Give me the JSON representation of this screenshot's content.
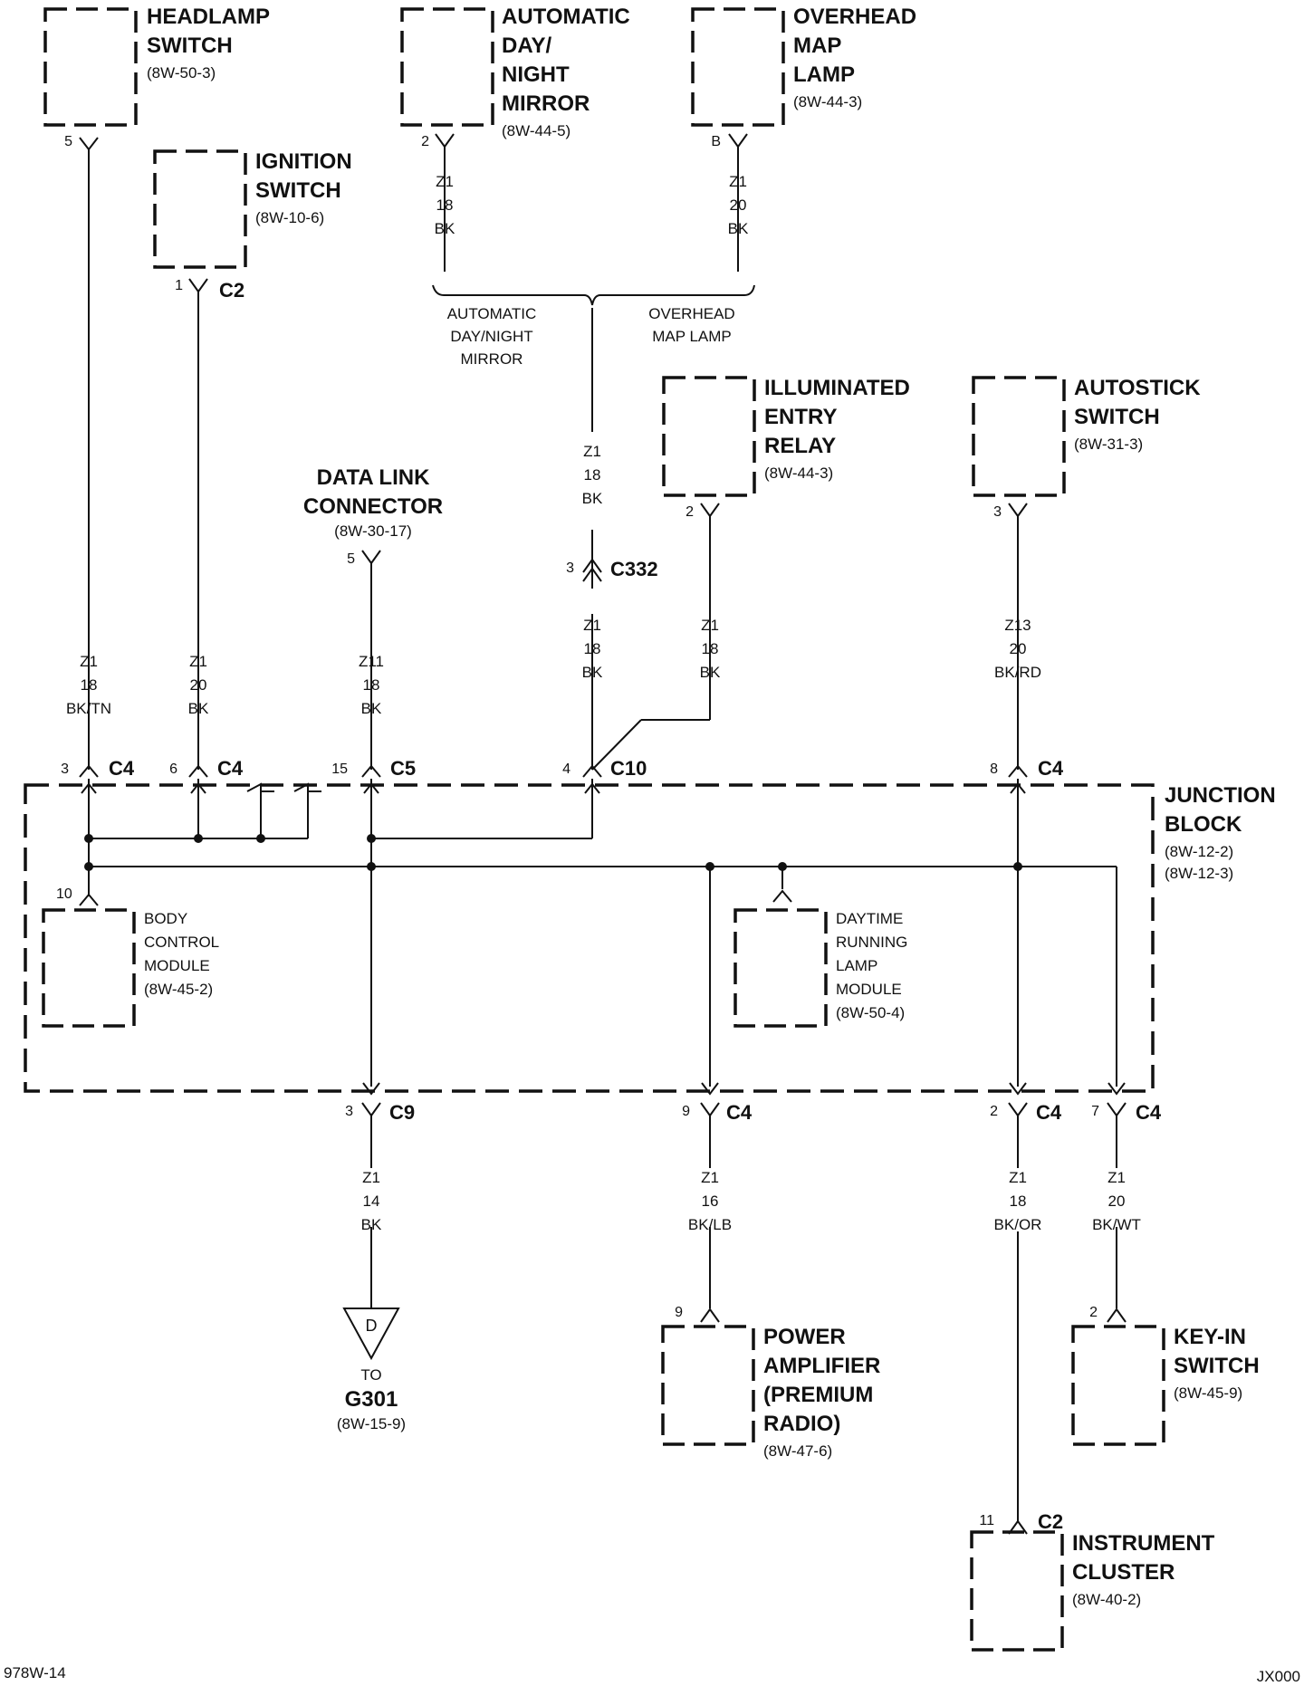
{
  "components": {
    "headlamp_switch": {
      "name": [
        "HEADLAMP",
        "SWITCH"
      ],
      "ref": "(8W-50-3)",
      "pin": "5"
    },
    "auto_mirror": {
      "name": [
        "AUTOMATIC",
        "DAY/",
        "NIGHT",
        "MIRROR"
      ],
      "ref": "(8W-44-5)",
      "pin": "2"
    },
    "overhead_map_lamp": {
      "name": [
        "OVERHEAD",
        "MAP",
        "LAMP"
      ],
      "ref": "(8W-44-3)",
      "pin": "B"
    },
    "ignition_switch": {
      "name": [
        "IGNITION",
        "SWITCH"
      ],
      "ref": "(8W-10-6)",
      "pin": "1",
      "connector": "C2"
    },
    "illuminated_entry_relay": {
      "name": [
        "ILLUMINATED",
        "ENTRY",
        "RELAY"
      ],
      "ref": "(8W-44-3)",
      "pin": "2"
    },
    "autostick_switch": {
      "name": [
        "AUTOSTICK",
        "SWITCH"
      ],
      "ref": "(8W-31-3)",
      "pin": "3"
    },
    "data_link_connector": {
      "name": [
        "DATA LINK",
        "CONNECTOR"
      ],
      "ref": "(8W-30-17)",
      "pin": "5"
    },
    "junction_block": {
      "name": [
        "JUNCTION",
        "BLOCK"
      ],
      "refs": [
        "(8W-12-2)",
        "(8W-12-3)"
      ]
    },
    "body_control_module": {
      "name": [
        "BODY",
        "CONTROL",
        "MODULE"
      ],
      "ref": "(8W-45-2)",
      "pin": "10"
    },
    "drl_module": {
      "name": [
        "DAYTIME",
        "RUNNING",
        "LAMP",
        "MODULE"
      ],
      "ref": "(8W-50-4)"
    },
    "power_amplifier": {
      "name": [
        "POWER",
        "AMPLIFIER",
        "(PREMIUM",
        "RADIO)"
      ],
      "ref": "(8W-47-6)",
      "pin": "9"
    },
    "key_in_switch": {
      "name": [
        "KEY-IN",
        "SWITCH"
      ],
      "ref": "(8W-45-9)",
      "pin": "2"
    },
    "instrument_cluster": {
      "name": [
        "INSTRUMENT",
        "CLUSTER"
      ],
      "ref": "(8W-40-2)",
      "pin": "11",
      "connector": "C2"
    },
    "ground": {
      "symbol": "D",
      "to": "TO",
      "name": "G301",
      "ref": "(8W-15-9)"
    }
  },
  "splice_labels": {
    "left": [
      "AUTOMATIC",
      "DAY/NIGHT",
      "MIRROR"
    ],
    "right": [
      "OVERHEAD",
      "MAP LAMP"
    ]
  },
  "wires": {
    "mirror": [
      "Z1",
      "18",
      "BK"
    ],
    "map_lamp": [
      "Z1",
      "20",
      "BK"
    ],
    "splice_down": [
      "Z1",
      "18",
      "BK"
    ],
    "c332_down": [
      "Z1",
      "18",
      "BK"
    ],
    "relay": [
      "Z1",
      "18",
      "BK"
    ],
    "headlamp": [
      "Z1",
      "18",
      "BK/TN"
    ],
    "ignition": [
      "Z1",
      "20",
      "BK"
    ],
    "dlc": [
      "Z11",
      "18",
      "BK"
    ],
    "autostick": [
      "Z13",
      "20",
      "BK/RD"
    ],
    "ground": [
      "Z1",
      "14",
      "BK"
    ],
    "amplifier": [
      "Z1",
      "16",
      "BK/LB"
    ],
    "cluster": [
      "Z1",
      "18",
      "BK/OR"
    ],
    "keyin": [
      "Z1",
      "20",
      "BK/WT"
    ]
  },
  "connectors": {
    "c332": {
      "pin": "3",
      "name": "C332"
    },
    "top": [
      {
        "pin": "3",
        "name": "C4"
      },
      {
        "pin": "6",
        "name": "C4"
      },
      {
        "pin": "15",
        "name": "C5"
      },
      {
        "pin": "4",
        "name": "C10"
      },
      {
        "pin": "8",
        "name": "C4"
      }
    ],
    "bottom": [
      {
        "pin": "3",
        "name": "C9"
      },
      {
        "pin": "9",
        "name": "C4"
      },
      {
        "pin": "2",
        "name": "C4"
      },
      {
        "pin": "7",
        "name": "C4"
      }
    ]
  },
  "footer": {
    "left": "978W-14",
    "right": "JX000"
  }
}
